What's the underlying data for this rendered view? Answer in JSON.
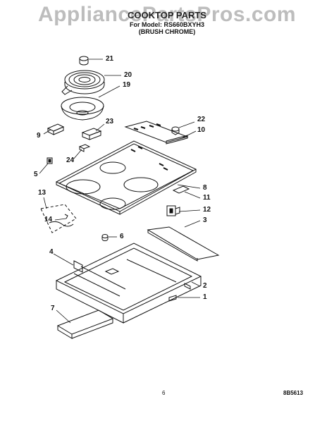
{
  "header": {
    "watermark": "AppliancePartsPros.com",
    "title": "COOKTOP PARTS",
    "model_line": "For Model: RS660BXYH3",
    "finish": "(BRUSH CHROME)"
  },
  "callouts": [
    "21",
    "20",
    "19",
    "9",
    "23",
    "22",
    "10",
    "24",
    "5",
    "8",
    "11",
    "13",
    "12",
    "14",
    "3",
    "6",
    "4",
    "2",
    "1",
    "7"
  ],
  "footer": {
    "page_number": "6",
    "doc_code": "8B5613"
  }
}
